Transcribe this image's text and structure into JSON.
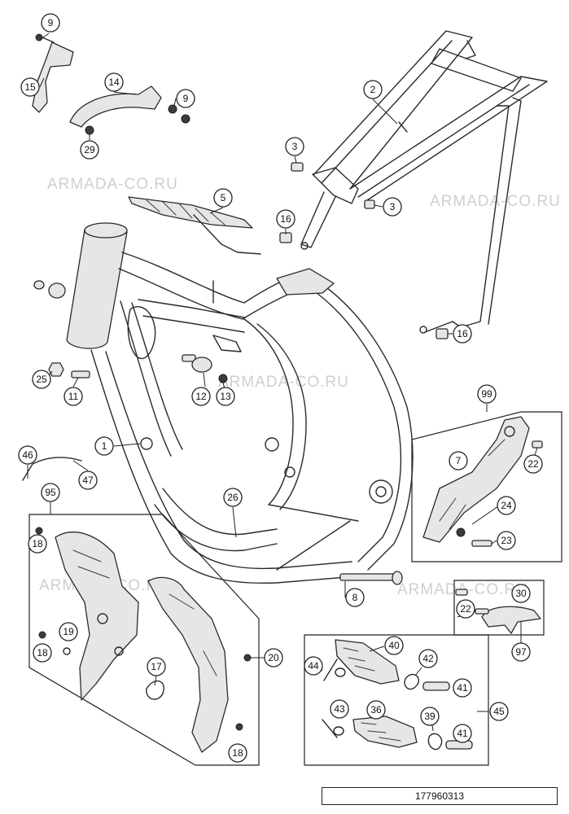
{
  "watermark": "ARMADA-CO.RU",
  "drawing_number": "177960313",
  "callouts": [
    "9",
    "15",
    "14",
    "9",
    "29",
    "2",
    "3",
    "3",
    "5",
    "16",
    "16",
    "25",
    "11",
    "12",
    "13",
    "1",
    "46",
    "47",
    "99",
    "7",
    "22",
    "24",
    "23",
    "95",
    "18",
    "19",
    "18",
    "26",
    "17",
    "20",
    "18",
    "8",
    "30",
    "22",
    "97",
    "40",
    "42",
    "44",
    "41",
    "43",
    "36",
    "39",
    "41",
    "45"
  ]
}
